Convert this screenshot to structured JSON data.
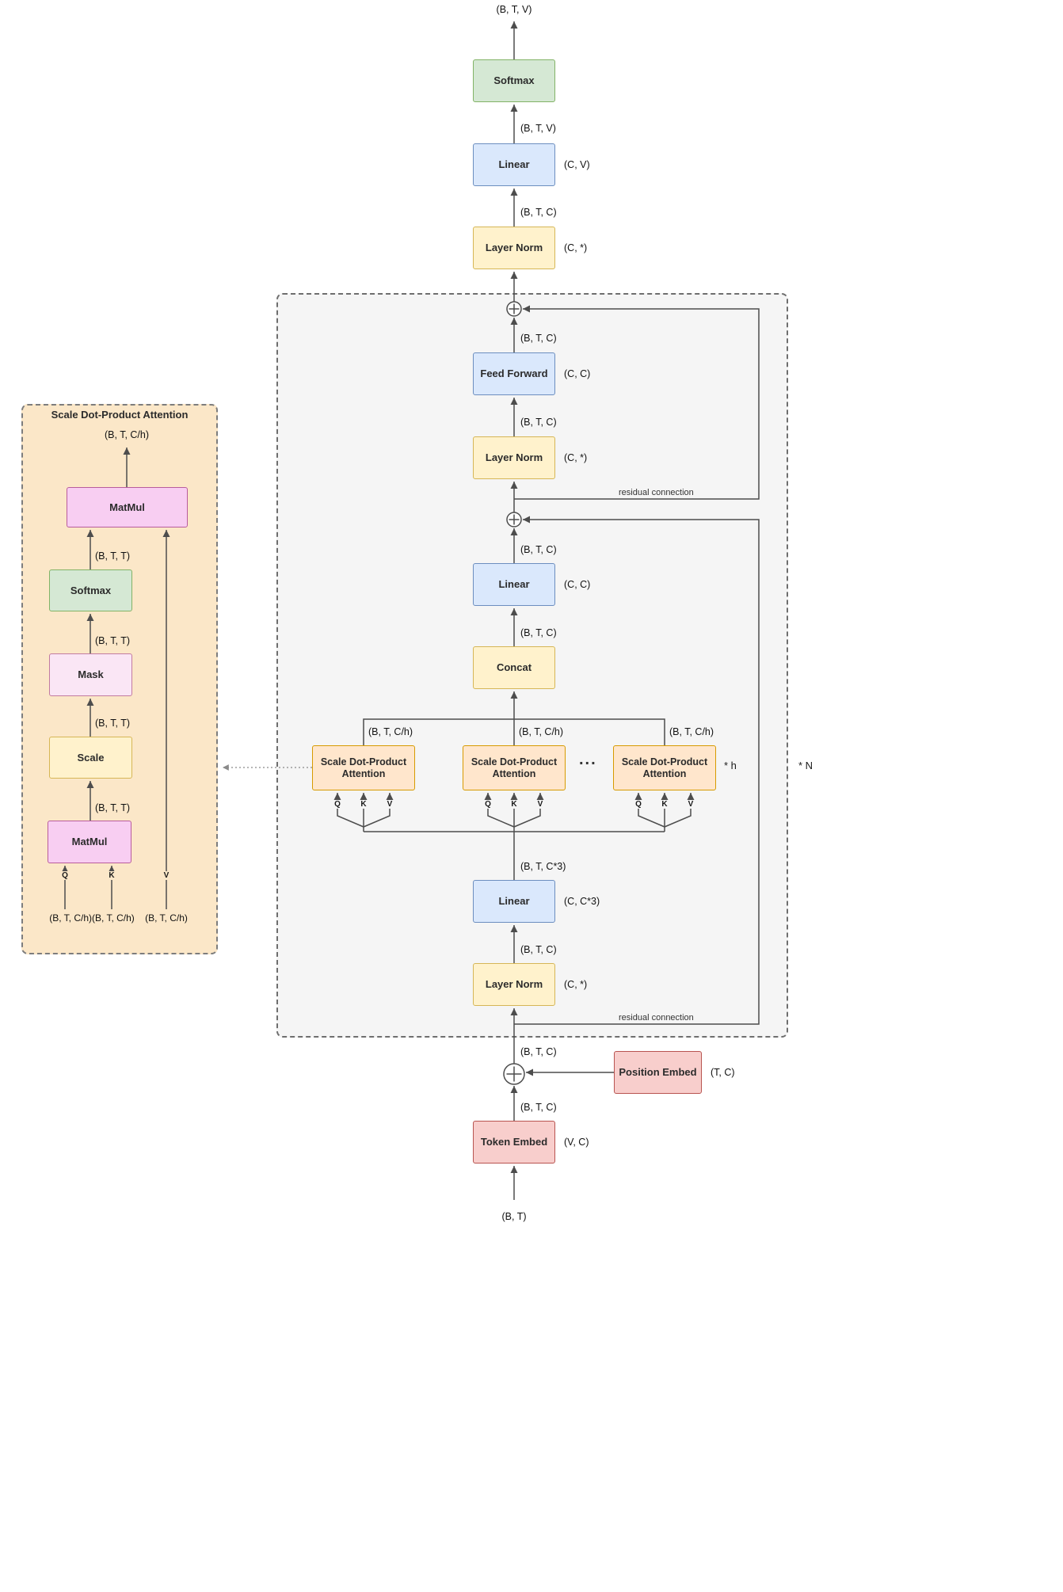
{
  "main": {
    "dim_btv": "(B, T, V)",
    "dim_btc": "(B, T, C)",
    "dim_btc3": "(B, T, C*3)",
    "dim_btch": "(B, T, C/h)",
    "dim_bt": "(B, T)",
    "softmax_label": "Softmax",
    "linear_label": "Linear",
    "layer_norm_label": "Layer Norm",
    "feed_forward_label": "Feed Forward",
    "concat_label": "Concat",
    "attention_label": "Scale Dot-Product Attention",
    "token_embed_label": "Token Embed",
    "position_embed_label": "Position Embed",
    "dim_cv": "(C, V)",
    "dim_cstar": "(C, *)",
    "dim_cc": "(C, C)",
    "dim_cc3": "(C, C*3)",
    "dim_tc": "(T, C)",
    "dim_vc": "(V, C)",
    "residual_label": "residual connection",
    "times_h": "* h",
    "times_n": "* N",
    "ellipsis": "...",
    "q": "Q",
    "k": "K",
    "v": "V"
  },
  "detail": {
    "title": "Scale Dot-Product Attention",
    "matmul_label": "MatMul",
    "softmax_label": "Softmax",
    "mask_label": "Mask",
    "scale_label": "Scale",
    "dim_btt": "(B, T, T)",
    "dim_btch": "(B, T, C/h)",
    "dim_qk": "(B, T, C/h)(B, T, C/h)",
    "q": "Q",
    "k": "K",
    "v": "V"
  },
  "colors": {
    "green_fill": "#d5e8d4",
    "green_stroke": "#82b366",
    "blue_fill": "#dae8fc",
    "blue_stroke": "#6c8ebf",
    "yellow_fill": "#fff2cc",
    "yellow_stroke": "#d6b656",
    "red_fill": "#f8cecc",
    "red_stroke": "#b85450",
    "orange_fill": "#ffe6cc",
    "orange_stroke": "#d79b00",
    "magenta_fill": "#f8cef2",
    "magenta_stroke": "#b85c9d",
    "pink_fill": "#fae6f5",
    "pink_stroke": "#c27ba0",
    "transformer_group_fill": "#f5f5f5",
    "attention_panel_fill": "#fbe7c8",
    "line": "#4d4d4d"
  }
}
